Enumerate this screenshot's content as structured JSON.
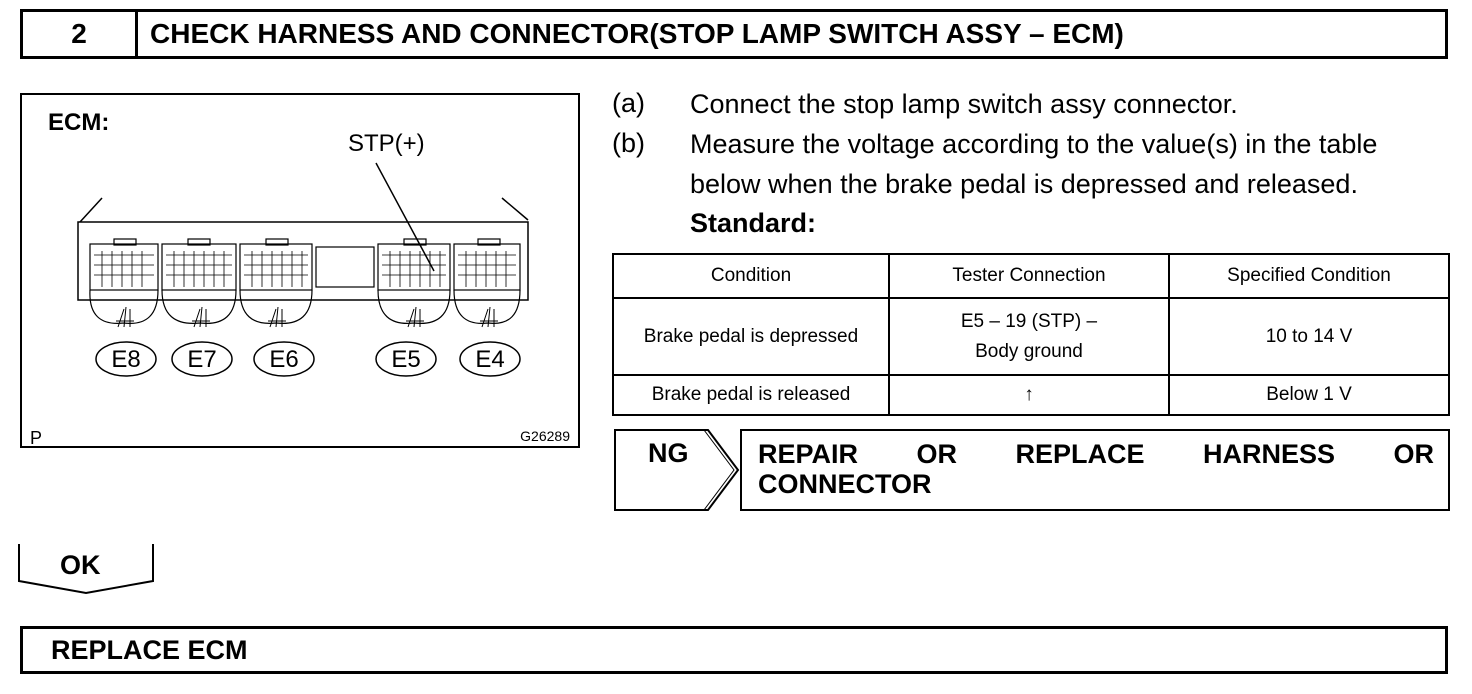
{
  "header": {
    "step_number": "2",
    "title": "CHECK HARNESS AND CONNECTOR(STOP LAMP SWITCH ASSY – ECM)"
  },
  "figure": {
    "title": "ECM:",
    "pin_label": "STP(+)",
    "connectors": [
      "E8",
      "E7",
      "E6",
      "E5",
      "E4"
    ],
    "corner_mark": "P",
    "figure_code": "G26289"
  },
  "steps": [
    {
      "label": "(a)",
      "text": "Connect the stop lamp switch assy connector."
    },
    {
      "label": "(b)",
      "text_line1": "Measure the voltage according to the value(s) in the table",
      "text_line2": "below when the brake pedal is depressed and released."
    }
  ],
  "standard_label": "Standard:",
  "table": {
    "headers": [
      "Condition",
      "Tester Connection",
      "Specified Condition"
    ],
    "rows": [
      {
        "condition": "Brake pedal is depressed",
        "tester_line1": "E5 – 19 (STP) –",
        "tester_line2": "Body ground",
        "specified": "10 to 14 V"
      },
      {
        "condition": "Brake pedal is released",
        "tester": "↑",
        "specified": "Below 1 V"
      }
    ]
  },
  "ng": {
    "label": "NG",
    "action_words": [
      "REPAIR",
      "OR",
      "REPLACE",
      "HARNESS",
      "OR"
    ],
    "action_line2": "CONNECTOR"
  },
  "ok": {
    "label": "OK"
  },
  "final": {
    "action": "REPLACE ECM"
  }
}
